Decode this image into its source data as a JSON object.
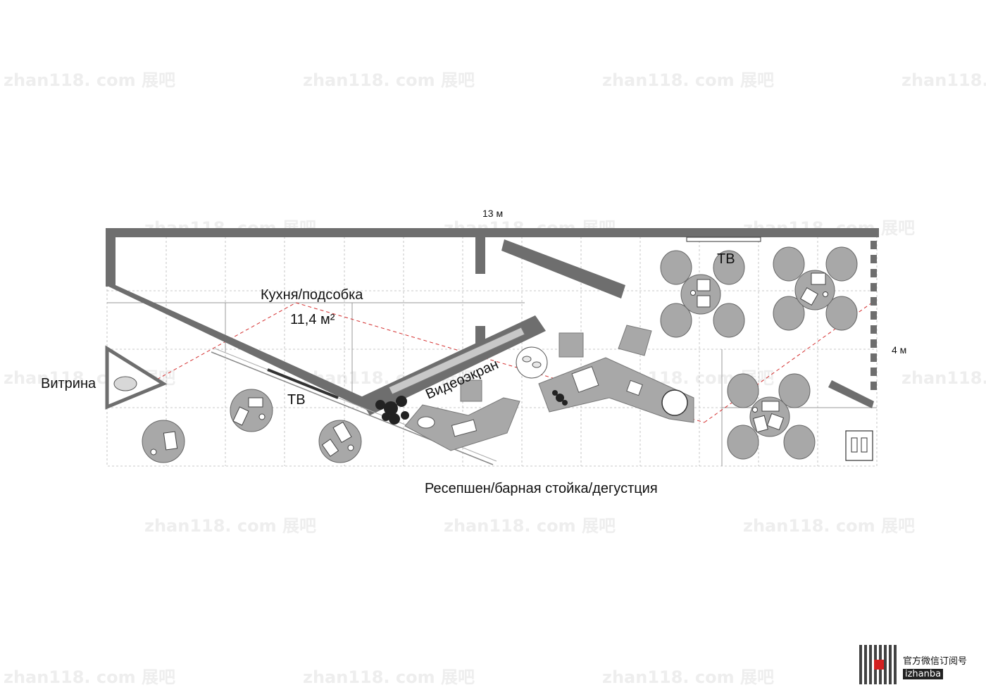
{
  "dimensions": {
    "width_label": "13 м",
    "height_label": "4 м"
  },
  "zones": {
    "kitchen": "Кухня/подсобка",
    "kitchen_area": "11,4 м²",
    "showcase": "Витрина",
    "tv_left": "ТВ",
    "tv_right": "ТВ",
    "video_screen": "Видеоэкран",
    "reception": "Ресепшен/барная стойка/дегустция"
  },
  "watermark": {
    "text": "zhan118. com 展吧"
  },
  "footer": {
    "subscribe": "官方微信订阅号",
    "account": "izhanba"
  },
  "colors": {
    "wall": "#6e6e6e",
    "furniture": "#a8a8a8",
    "grid": "#b8b8b8",
    "axis": "#d43030"
  }
}
